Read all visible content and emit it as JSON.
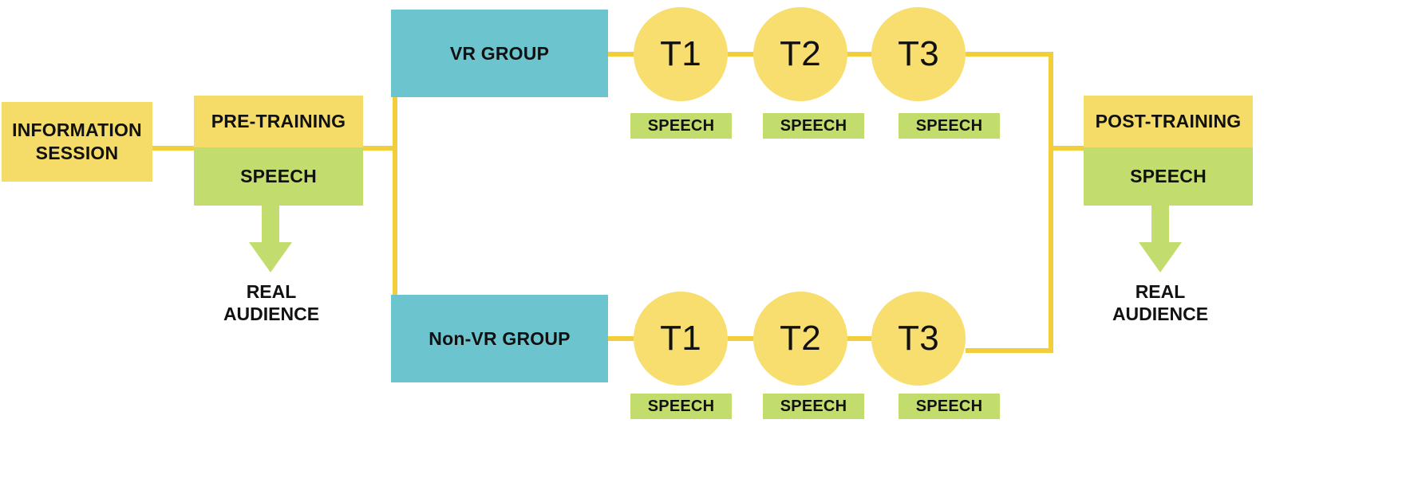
{
  "colors": {
    "yellow_box": "#F5DC69",
    "green_box": "#C3DC6E",
    "teal_box": "#6CC5CE",
    "yellow_circle": "#F8DE6E",
    "connector": "#F2CE3C",
    "text": "#111111",
    "background": "#FFFFFF"
  },
  "nodes": {
    "information_session": "INFORMATION\nSESSION",
    "information_session_line1": "INFORMATION",
    "information_session_line2": "SESSION",
    "pre_training": "PRE-TRAINING",
    "pre_training_speech": "SPEECH",
    "post_training": "POST-TRAINING",
    "post_training_speech": "SPEECH",
    "vr_group": "VR GROUP",
    "non_vr_group": "Non-VR GROUP"
  },
  "real_audience": {
    "line1": "REAL",
    "line2": "AUDIENCE"
  },
  "branches": [
    {
      "id": "vr",
      "group_label": "VR GROUP",
      "timepoints": [
        {
          "label": "T1",
          "speech": "SPEECH"
        },
        {
          "label": "T2",
          "speech": "SPEECH"
        },
        {
          "label": "T3",
          "speech": "SPEECH"
        }
      ]
    },
    {
      "id": "non-vr",
      "group_label": "Non-VR GROUP",
      "timepoints": [
        {
          "label": "T1",
          "speech": "SPEECH"
        },
        {
          "label": "T2",
          "speech": "SPEECH"
        },
        {
          "label": "T3",
          "speech": "SPEECH"
        }
      ]
    }
  ]
}
